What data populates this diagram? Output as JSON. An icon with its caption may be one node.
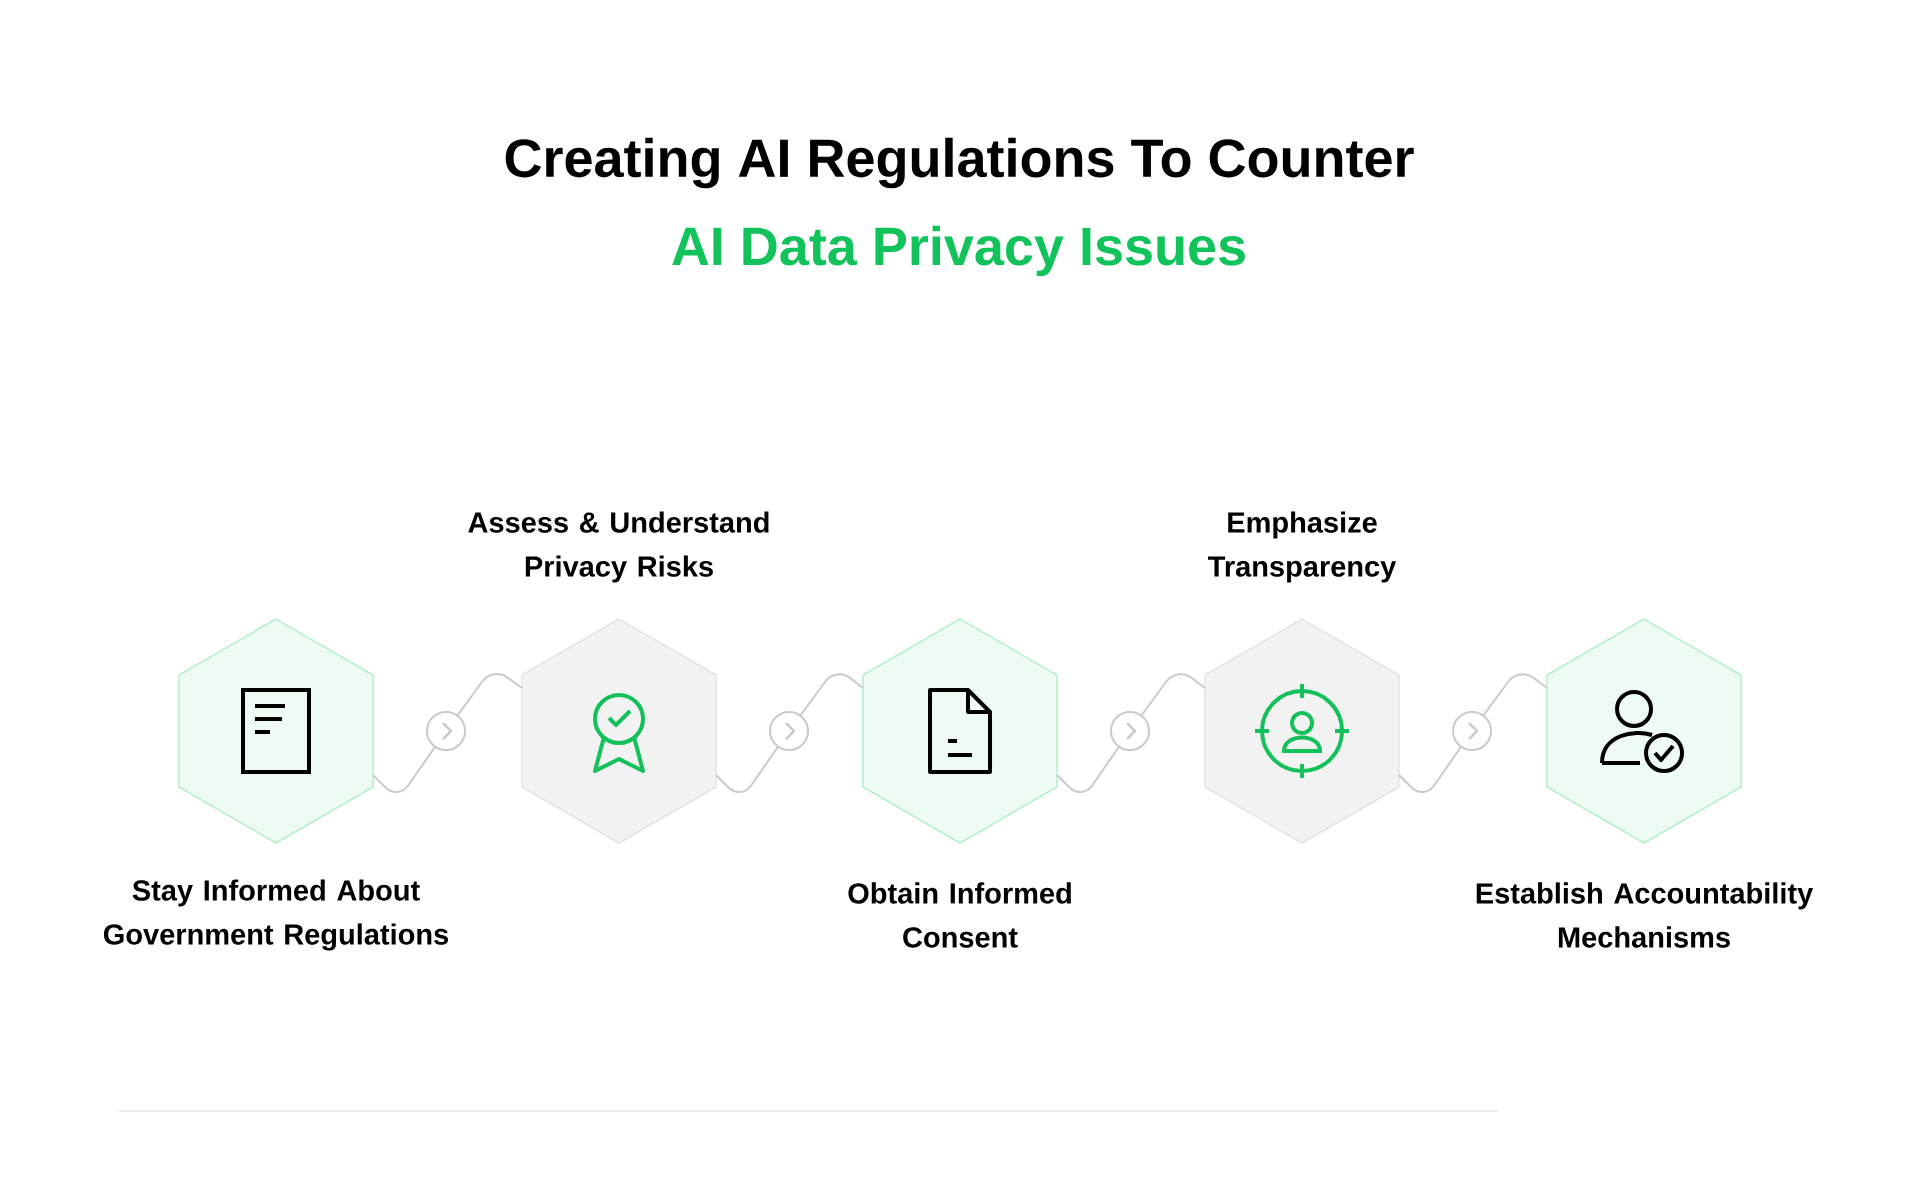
{
  "diagram": {
    "title": "Creating AI Regulations To Counter",
    "nodes": [
      {
        "text": [
          "Stay Informed About Government Regulations"
        ]
      },
      {
        "text": [
          "Assess & Understand Privacy Risks"
        ]
      },
      {
        "text": [
          "Obtain Informed Consent"
        ]
      },
      {
        "text": [
          "Emphasize Transparency"
        ]
      },
      {
        "text": [
          "Establish Accountability Mechanisms"
        ]
      }
    ],
    "edges": [
      {
        "from": 0,
        "to": 1,
        "arrow": "to"
      },
      {
        "from": 1,
        "to": 2,
        "arrow": "to"
      },
      {
        "from": 2,
        "to": 3,
        "arrow": "to"
      },
      {
        "from": 3,
        "to": 4,
        "arrow": "to"
      }
    ],
    "labels": [
      "AI Data Privacy Issues"
    ]
  }
}
